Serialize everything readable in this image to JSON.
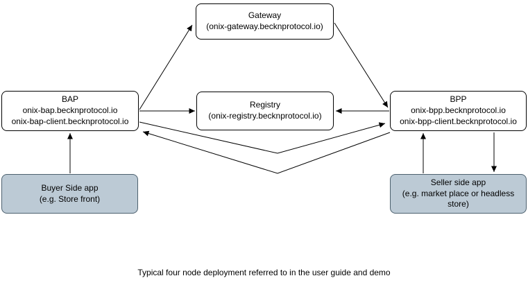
{
  "diagram": {
    "nodes": {
      "gateway": {
        "title": "Gateway",
        "subtitle": "(onix-gateway.becknprotocol.io)"
      },
      "bap": {
        "title": "BAP",
        "line1": "onix-bap.becknprotocol.io",
        "line2": "onix-bap-client.becknprotocol.io"
      },
      "registry": {
        "title": "Registry",
        "subtitle": "(onix-registry.becknprotocol.io)"
      },
      "bpp": {
        "title": "BPP",
        "line1": "onix-bpp.becknprotocol.io",
        "line2": "onix-bpp-client.becknprotocol.io"
      },
      "buyer_app": {
        "title": "Buyer Side app",
        "subtitle": "(e.g. Store front)"
      },
      "seller_app": {
        "title": "Seller side app",
        "subtitle": "(e.g. market place or headless store)"
      }
    },
    "edges": [
      {
        "from": "buyer_app",
        "to": "bap"
      },
      {
        "from": "bap",
        "to": "gateway"
      },
      {
        "from": "bap",
        "to": "registry"
      },
      {
        "from": "gateway",
        "to": "bpp"
      },
      {
        "from": "bpp",
        "to": "registry"
      },
      {
        "from": "bap",
        "to": "bpp"
      },
      {
        "from": "bpp",
        "to": "bap"
      },
      {
        "from": "seller_app",
        "to": "bpp"
      },
      {
        "from": "bpp",
        "to": "seller_app"
      }
    ],
    "caption": "Typical four node deployment referred to in the user guide and demo",
    "colors": {
      "node_fill": "#ffffff",
      "node_border": "#000000",
      "app_fill": "#bccad5",
      "app_border": "#4c606e",
      "line": "#000000",
      "text": "#000000"
    }
  }
}
